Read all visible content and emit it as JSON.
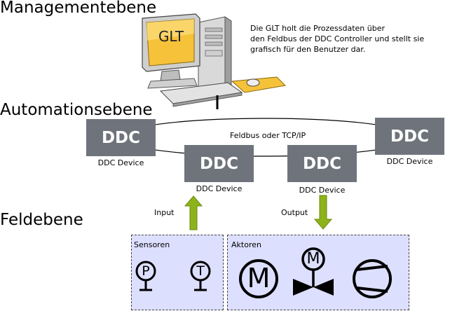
{
  "levels": {
    "management": "Managementebene",
    "automation": "Automationsebene",
    "field": "Feldebene"
  },
  "glt": {
    "screen_label": "GLT",
    "note": "Die GLT holt die Prozessdaten über\nden Feldbus der DDC Controller und stellt sie\ngrafisch für den Benutzer dar."
  },
  "bus": {
    "label": "Feldbus oder TCP/IP"
  },
  "ddc_devices": [
    {
      "box_label": "DDC",
      "device_label": "DDC Device"
    },
    {
      "box_label": "DDC",
      "device_label": "DDC Device"
    },
    {
      "box_label": "DDC",
      "device_label": "DDC Device"
    },
    {
      "box_label": "DDC",
      "device_label": "DDC Device"
    }
  ],
  "arrows": {
    "input": "Input",
    "output": "Output"
  },
  "sensors": {
    "title": "Sensoren",
    "items": [
      {
        "symbol": "P",
        "icon": "pressure-sensor-icon"
      },
      {
        "symbol": "T",
        "icon": "temperature-sensor-icon"
      }
    ]
  },
  "actuators": {
    "title": "Aktoren",
    "items": [
      {
        "symbol": "M",
        "icon": "motor-icon"
      },
      {
        "symbol": "M",
        "icon": "motorized-valve-icon"
      },
      {
        "symbol": "",
        "icon": "pump-icon"
      }
    ]
  },
  "colors": {
    "ddc_box": "#6f747c",
    "zone_fill": "#dddfff",
    "arrow_green": "#8db31a",
    "screen_yellow": "#f6c23a"
  }
}
